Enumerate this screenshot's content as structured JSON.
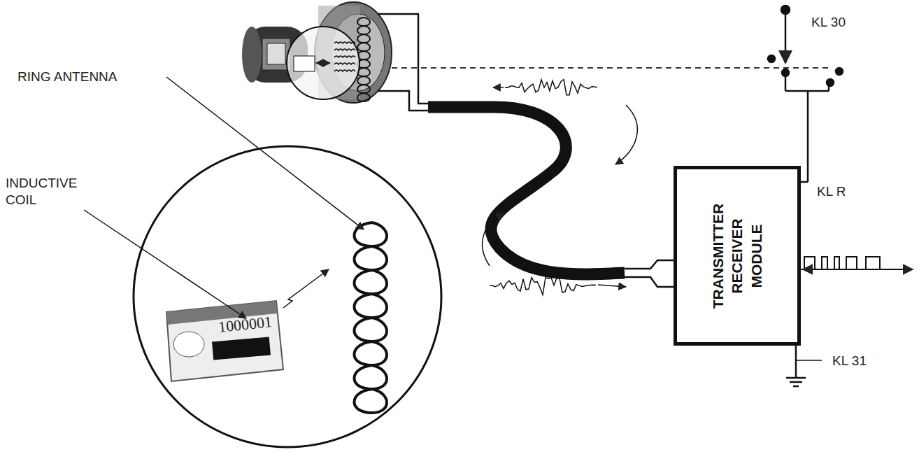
{
  "diagram": {
    "nodes": [
      {
        "text": [
          "TRANSMITTER RECEIVER MODULE"
        ]
      }
    ],
    "labels": [
      "RING ANTENNA",
      "INDUCTIVE COIL",
      "1000001",
      "KL 30",
      "KL R",
      "KL 31"
    ]
  }
}
